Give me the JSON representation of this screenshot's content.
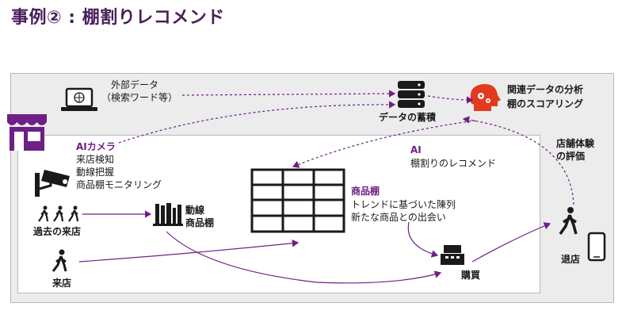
{
  "title": "事例② : 棚割りレコメンド",
  "colors": {
    "purple": "#6e1f84",
    "title": "#4a1e5c",
    "outer_bg": "#ececec",
    "dark": "#1a1a1a"
  },
  "labels": {
    "external_data_1": "外部データ",
    "external_data_2": "（検索ワード等）",
    "data_storage": "データの蓄積",
    "analysis_1": "関連データの分析",
    "analysis_2": "棚のスコアリング",
    "store_eval_1": "店舗体験",
    "store_eval_2": "の評価",
    "ai_camera": "AIカメラ",
    "camera_1": "来店検知",
    "camera_2": "動線把握",
    "camera_3": "商品棚モニタリング",
    "ai_reco_1": "AI",
    "ai_reco_2": "棚割りのレコメンド",
    "past_visits": "過去の来店",
    "flow_1": "動線",
    "flow_2": "商品棚",
    "shelf_title": "商品棚",
    "shelf_1": "トレンドに基づいた陳列",
    "shelf_2": "新たな商品との出会い",
    "visit": "来店",
    "purchase": "購買",
    "exit": "退店"
  },
  "icons": [
    "laptop-icon",
    "database-icon",
    "brain-gear-icon",
    "store-icon",
    "camera-icon",
    "shelf-grid-icon",
    "walker-icon",
    "books-icon",
    "register-icon",
    "smartphone-icon"
  ]
}
